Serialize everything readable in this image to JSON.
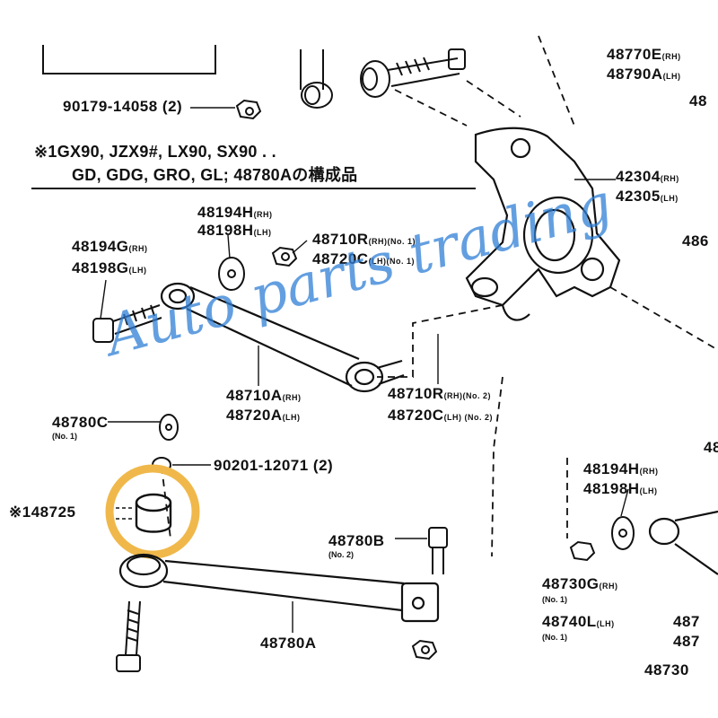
{
  "diagram": {
    "note": {
      "line1": "※1GX90, JZX9#, LX90, SX90 . .",
      "line2": "GD, GDG, GRO, GL; 48780Aの構成品"
    },
    "labels": {
      "p90179": "90179-14058 (2)",
      "p48770e": "48770E",
      "p48770e_sub": "(RH)",
      "p48790a": "48790A",
      "p48790a_sub": "(LH)",
      "p42304": "42304",
      "p42304_sub": "(RH)",
      "p42305": "42305",
      "p42305_sub": "(LH)",
      "p48194h": "48194H",
      "p48194h_sub": "(RH)",
      "p48198h": "48198H",
      "p48198h_sub": "(LH)",
      "p48710r1": "48710R",
      "p48710r1_sub": "(RH)(No. 1)",
      "p48720c1": "48720C",
      "p48720c1_sub": "(LH)(No. 1)",
      "p48194g": "48194G",
      "p48194g_sub": "(RH)",
      "p48198g": "48198G",
      "p48198g_sub": "(LH)",
      "p48710a": "48710A",
      "p48710a_sub": "(RH)",
      "p48720a": "48720A",
      "p48720a_sub": "(LH)",
      "p48710r2": "48710R",
      "p48710r2_sub": "(RH)(No. 2)",
      "p48720c2": "48720C",
      "p48720c2_sub": "(LH) (No. 2)",
      "p48780c": "48780C",
      "p48780c_sub": "(No. 1)",
      "p90201": "90201-12071 (2)",
      "p48725": "※148725",
      "p48780b": "48780B",
      "p48780b_sub": "(No. 2)",
      "p48194h_r": "48194H",
      "p48194h_r_sub": "(RH)",
      "p48198h_r": "48198H",
      "p48198h_r_sub": "(LH)",
      "p48730g": "48730G",
      "p48730g_sub": "(RH)",
      "p48730g_no": "(No. 1)",
      "p48740l": "48740L",
      "p48740l_sub": "(LH)",
      "p48740l_no": "(No. 1)",
      "p48780a": "48780A",
      "cut_486": "486",
      "cut_48_top": "48",
      "cut_48_mid": "48",
      "cut_48_r1": "487",
      "cut_48_r2": "487",
      "cut_4873": "48730"
    },
    "watermark": "Auto parts trading",
    "highlight_color": "#f0b84a",
    "watermark_color": "#2f7fd6"
  }
}
